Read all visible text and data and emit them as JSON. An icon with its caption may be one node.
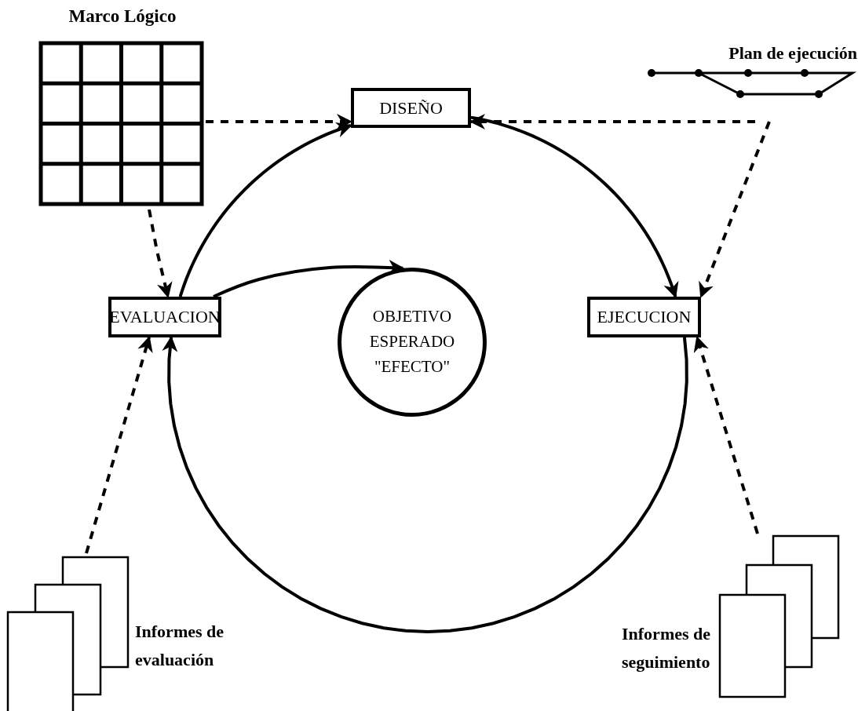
{
  "diagram": {
    "nodes": [
      {
        "text": [
          "Marco Lógico"
        ]
      },
      {
        "text": [
          "Plan de ejecución"
        ]
      },
      {
        "text": [
          "DISEÑO"
        ]
      },
      {
        "text": [
          "EVALUACION"
        ]
      },
      {
        "text": [
          "OBJETIVO ESPERADO \"EFECTO\""
        ]
      },
      {
        "text": [
          "EJECUCION"
        ]
      },
      {
        "text": [],
        "shape": "document",
        "beside": [
          "Informes de evaluación"
        ]
      },
      {
        "text": [],
        "shape": "document",
        "beside": [
          "Informes de seguimiento"
        ]
      }
    ],
    "edges": [
      {
        "from": 0,
        "to": 3,
        "arrow": "to",
        "style": "dashed"
      },
      {
        "from": 0,
        "to": 2,
        "arrow": "to",
        "style": "dashed"
      },
      {
        "from": 1,
        "to": 2,
        "arrow": "to",
        "style": "dashed"
      },
      {
        "from": 1,
        "to": 5,
        "arrow": "to",
        "style": "dashed"
      },
      {
        "from": 6,
        "to": 3,
        "arrow": "to",
        "style": "dashed"
      },
      {
        "from": 7,
        "to": 5,
        "arrow": "to",
        "style": "dashed"
      },
      {
        "from": 2,
        "to": 5,
        "arrow": "to"
      },
      {
        "from": 5,
        "to": 3,
        "arrow": "to"
      },
      {
        "from": 3,
        "to": 2,
        "arrow": "to"
      },
      {
        "from": 3,
        "to": 4,
        "arrow": "to"
      }
    ]
  }
}
